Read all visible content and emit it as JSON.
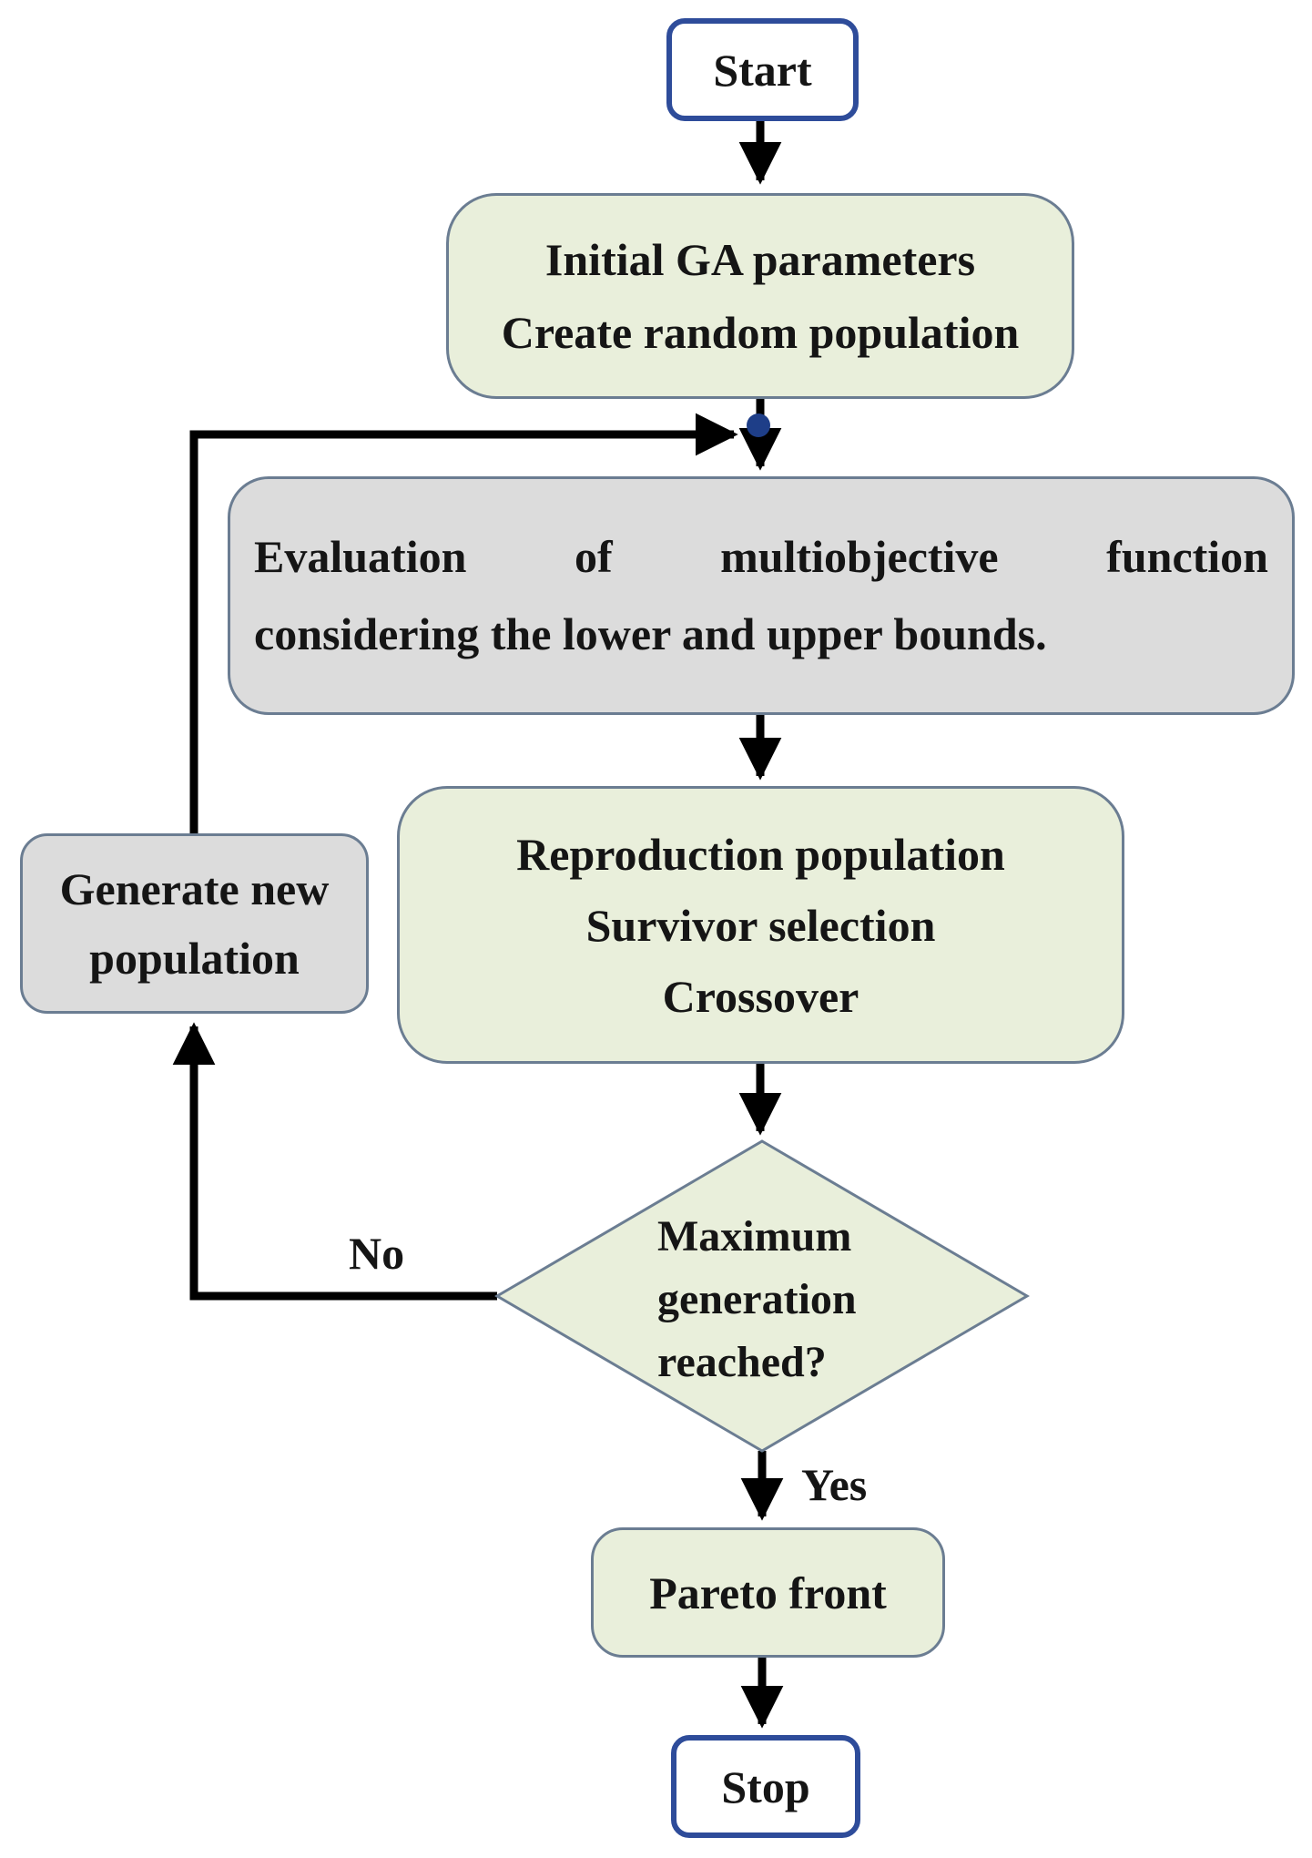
{
  "nodes": {
    "start": {
      "label": "Start"
    },
    "init": {
      "line1": "Initial GA parameters",
      "line2": "Create random population"
    },
    "evaluation": {
      "line1_words": [
        "Evaluation",
        "of",
        "multiobjective",
        "function"
      ],
      "line2": "considering the lower and upper bounds."
    },
    "generate": {
      "line1": "Generate new",
      "line2": "population"
    },
    "reproduction": {
      "line1": "Reproduction population",
      "line2": "Survivor selection",
      "line3": "Crossover"
    },
    "decision": {
      "line1": "Maximum",
      "line2": "generation",
      "line3": "reached?"
    },
    "pareto": {
      "label": "Pareto front"
    },
    "stop": {
      "label": "Stop"
    }
  },
  "edges": {
    "no_label": "No",
    "yes_label": "Yes"
  },
  "colors": {
    "node_green_fill": "#e9efdb",
    "node_gray_fill": "#dcdcdc",
    "terminal_fill": "#ffffff",
    "terminal_border": "#2e4c9a",
    "shape_border": "#6b7d92",
    "connector": "#000000",
    "junction_dot": "#1e3e88",
    "text_color": "#151515"
  }
}
